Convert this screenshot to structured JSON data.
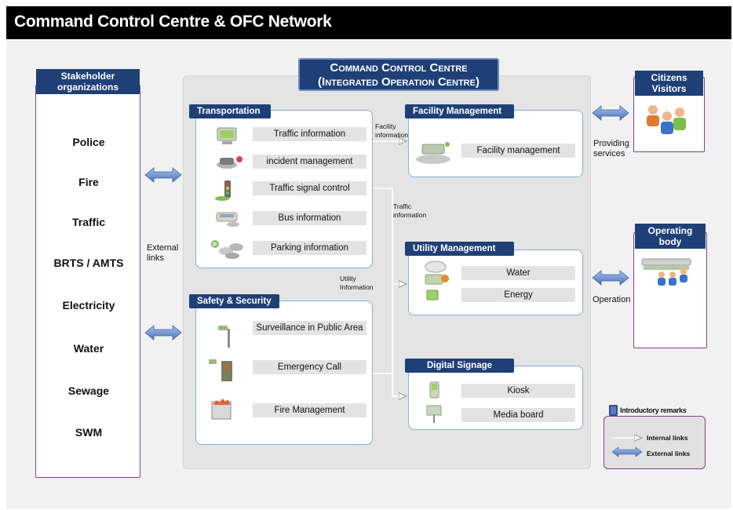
{
  "title": "Command Control Centre & OFC Network",
  "stakeholders": {
    "heading": "Stakeholder organizations",
    "items": [
      "Police",
      "Fire",
      "Traffic",
      "BRTS / AMTS",
      "Electricity",
      "Water",
      "Sewage",
      "SWM"
    ]
  },
  "external_links_label": "External links",
  "ioc": {
    "title_line1": "Command Control Centre",
    "title_line2": "(Integrated Operation Centre)"
  },
  "transportation": {
    "heading": "Transportation",
    "items": [
      "Traffic information",
      "incident management",
      "Traffic signal control",
      "Bus information",
      "Parking information"
    ]
  },
  "safety": {
    "heading": "Safety & Security",
    "items": [
      "Surveillance in Public Area",
      "Emergency Call",
      "Fire Management"
    ]
  },
  "facility": {
    "heading": "Facility Management",
    "items": [
      "Facility management"
    ]
  },
  "utility": {
    "heading": "Utility Management",
    "items": [
      "Water",
      "Energy"
    ]
  },
  "signage": {
    "heading": "Digital Signage",
    "items": [
      "Kiosk",
      "Media board"
    ]
  },
  "flow_labels": {
    "facility_information": "Facility information",
    "traffic_information": "Traffic information",
    "utility_information": "Utility Information"
  },
  "citizens": {
    "heading": "Citizens Visitors",
    "link_label": "Providing services"
  },
  "operating": {
    "heading": "Operating body",
    "link_label": "Operation"
  },
  "legend": {
    "title": "Introductory remarks",
    "internal": "Internal links",
    "external": "External links"
  },
  "colors": {
    "header_navy": "#1f3f77",
    "panel_border": "#7f3f98",
    "sub_border": "#7fb2d9",
    "arrow_blue": "#5d86c4"
  }
}
